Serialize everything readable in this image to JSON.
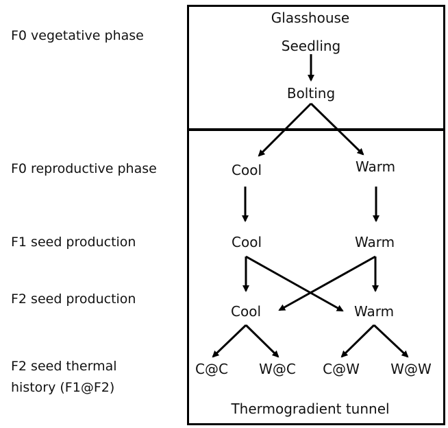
{
  "phases": {
    "f0_vegetative": "F0 vegetative phase",
    "f0_reproductive": "F0 reproductive phase",
    "f1_seed": "F1 seed production",
    "f2_seed": "F2 seed production",
    "f2_thermal_line1": "F2 seed thermal",
    "f2_thermal_line2": "history (F1@F2)"
  },
  "glasshouse": {
    "title": "Glasshouse",
    "seedling": "Seedling",
    "bolting": "Bolting"
  },
  "tunnel": {
    "title": "Thermogradient tunnel",
    "f0_cool": "Cool",
    "f0_warm": "Warm",
    "f1_cool": "Cool",
    "f1_warm": "Warm",
    "f2_cool": "Cool",
    "f2_warm": "Warm",
    "outcomes": [
      "C@C",
      "W@C",
      "C@W",
      "W@W"
    ]
  }
}
